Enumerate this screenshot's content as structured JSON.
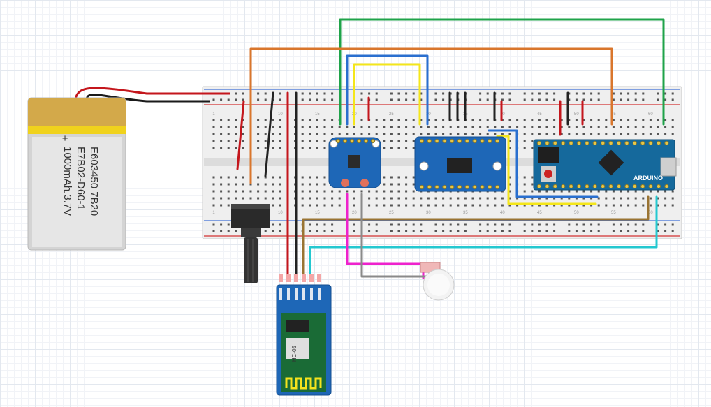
{
  "battery": {
    "line1": "E603450 7B20",
    "line2": "E7B02-D60-1",
    "line3": "1000mAh 3.7V",
    "minus": "-",
    "plus": "+"
  },
  "bluetooth": {
    "label": "HC-05"
  },
  "arduino": {
    "label": "ARDUINO"
  },
  "breadboard": {
    "col_numbers": [
      "1",
      "5",
      "10",
      "15",
      "20",
      "25",
      "30",
      "35",
      "40",
      "45",
      "50",
      "55",
      "60"
    ]
  },
  "colors": {
    "red": "#c4161c",
    "black": "#222222",
    "orange": "#d9762c",
    "green": "#1fa34a",
    "blue": "#2a6fcf",
    "yellow": "#f4e61a",
    "brown": "#9a7433",
    "cyan": "#24c8d0",
    "magenta": "#ee22cc",
    "grey": "#8a8a8a"
  }
}
